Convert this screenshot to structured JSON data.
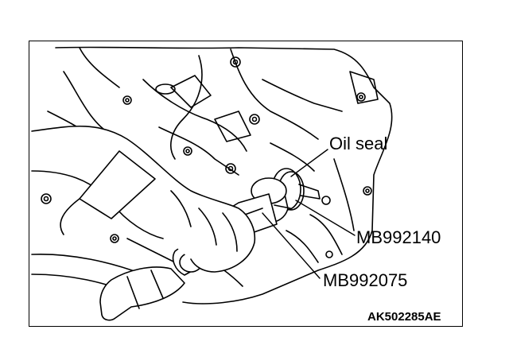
{
  "labels": {
    "oil_seal": "Oil seal",
    "tool_1": "MB992140",
    "tool_2": "MB992075",
    "figure_code": "AK502285AE"
  }
}
